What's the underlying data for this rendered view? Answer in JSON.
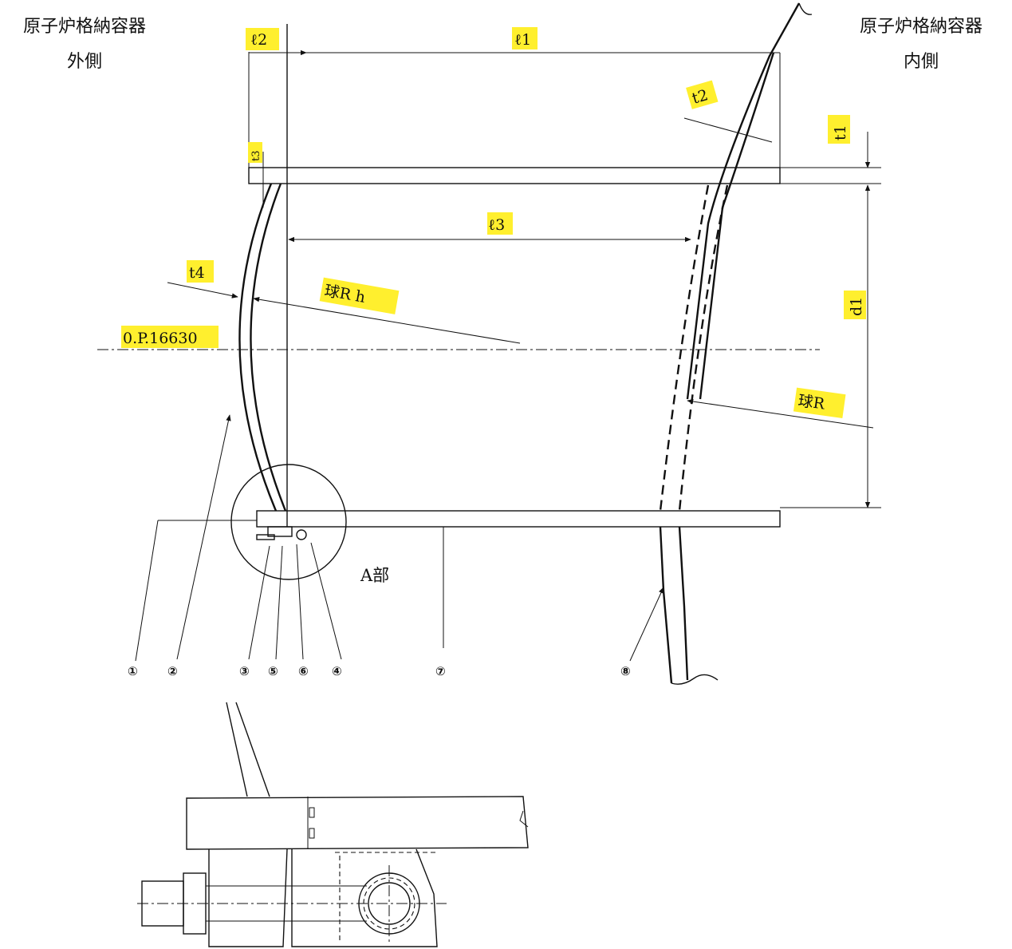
{
  "headers": {
    "outside": {
      "line1": "原子炉格納容器",
      "line2": "外側"
    },
    "inside": {
      "line1": "原子炉格納容器",
      "line2": "内側"
    }
  },
  "dimensions": {
    "l1": "ℓ1",
    "l2": "ℓ2",
    "l3": "ℓ3",
    "t1": "t1",
    "t2": "t2",
    "t3": "t3",
    "t4": "t4",
    "d1": "d1",
    "sphere_r_h": "球R h",
    "sphere_r": "球R",
    "elevation": "0.P.16630"
  },
  "detail_label": "A部",
  "parts": [
    "①",
    "②",
    "③",
    "⑤",
    "⑥",
    "④",
    "⑦",
    "⑧"
  ],
  "colors": {
    "highlight": "#ffef2e",
    "line": "#111111"
  }
}
